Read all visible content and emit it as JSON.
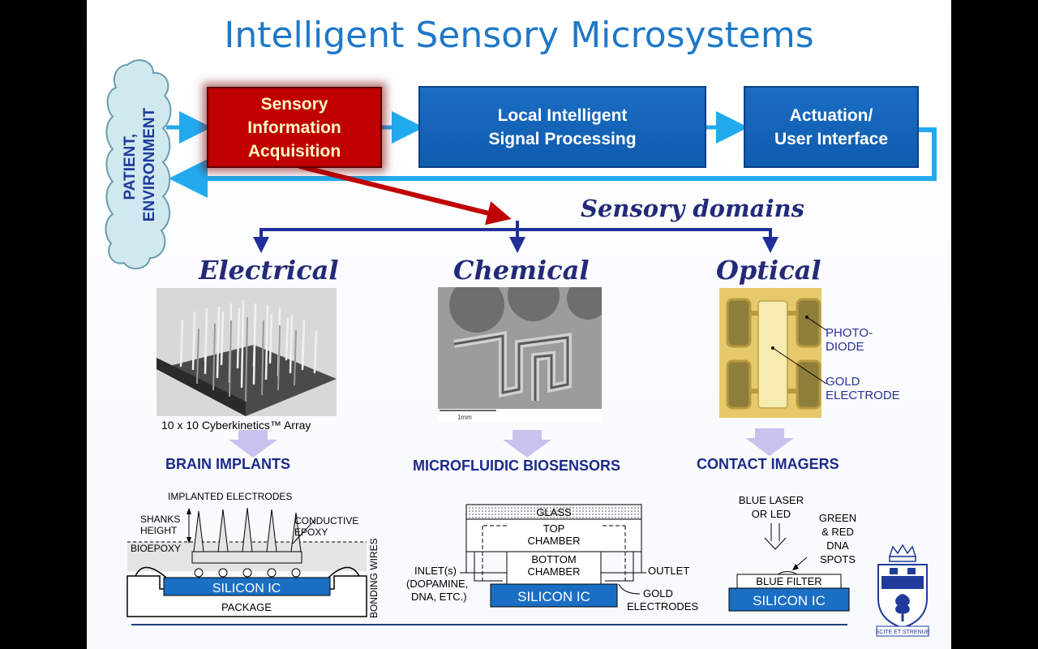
{
  "title": "Intelligent Sensory Microsystems",
  "cloud_label": [
    "PATIENT,",
    "ENVIRONMENT"
  ],
  "blocks": {
    "acquisition": [
      "Sensory",
      "Information",
      "Acquisition"
    ],
    "processing": [
      "Local Intelligent",
      "Signal Processing"
    ],
    "actuation": [
      "Actuation/",
      "User Interface"
    ]
  },
  "sensory_domains_label": "Sensory domains",
  "domains": {
    "electrical": {
      "name": "Electrical",
      "photo_caption": "10 x 10 Cyberkinetics™ Array",
      "category": "BRAIN IMPLANTS",
      "diagram": {
        "implanted_electrodes": "IMPLANTED ELECTRODES",
        "shanks_height": [
          "SHANKS",
          "HEIGHT"
        ],
        "conductive_epoxy": [
          "CONDUCTIVE",
          "EPOXY"
        ],
        "bioepoxy": "BIOEPOXY",
        "bonding_wires": "BONDING WIRES",
        "silicon_ic": "SILICON IC",
        "package": "PACKAGE"
      }
    },
    "chemical": {
      "name": "Chemical",
      "scale_label": "1mm",
      "category": "MICROFLUIDIC BIOSENSORS",
      "diagram": {
        "glass": "GLASS",
        "top_chamber": [
          "TOP",
          "CHAMBER"
        ],
        "bottom_chamber": [
          "BOTTOM",
          "CHAMBER"
        ],
        "inlet": [
          "INLET(s)",
          "(DOPAMINE,",
          "DNA, ETC.)"
        ],
        "outlet": "OUTLET",
        "gold_electrodes": [
          "GOLD",
          "ELECTRODES"
        ],
        "silicon_ic": "SILICON IC"
      }
    },
    "optical": {
      "name": "Optical",
      "photo_labels": {
        "photodiode": [
          "PHOTO-",
          "DIODE"
        ],
        "gold_electrode": [
          "GOLD",
          "ELECTRODE"
        ]
      },
      "category": "CONTACT IMAGERS",
      "diagram": {
        "blue_laser": [
          "BLUE LASER",
          "OR LED"
        ],
        "dna_spots": [
          "GREEN",
          "& RED",
          "DNA",
          "SPOTS"
        ],
        "blue_filter": "BLUE FILTER",
        "silicon_ic": "SILICON IC"
      }
    }
  },
  "crest_motto": "SCITE ET STRENUE",
  "colors": {
    "title": "#1f78c8",
    "flow_arrow": "#22aaee",
    "red_block": "#c00000",
    "blue_block": "#1464bb",
    "domain_text": "#232a78",
    "tree_arrow": "#1f2e9a",
    "silicon_ic": "#1a6fc4"
  }
}
